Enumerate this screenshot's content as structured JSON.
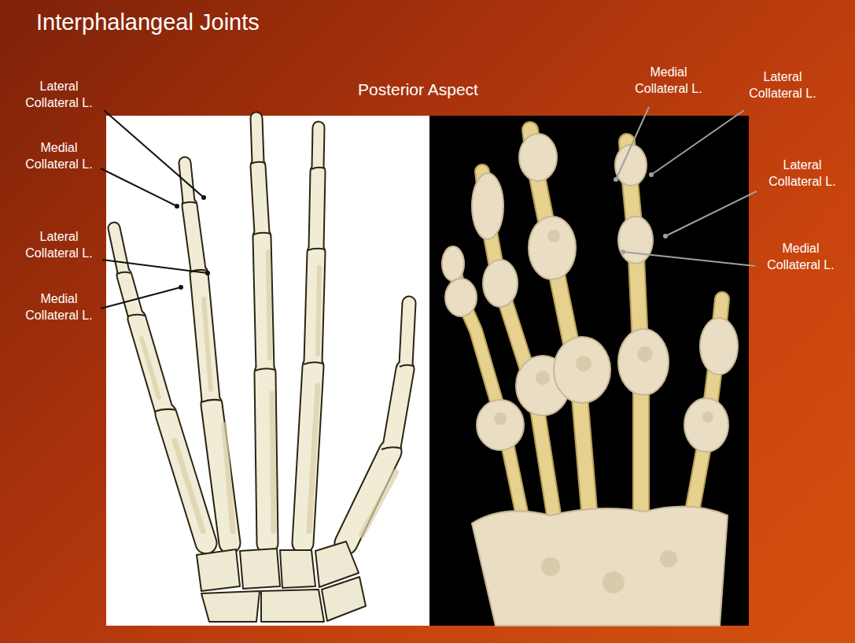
{
  "diagram": {
    "title": "Interphalangeal Joints",
    "labels": [
      "Posterior Aspect",
      "Lateral Collateral L.",
      "Medial Collateral L.",
      "Lateral Collateral L.",
      "Medial Collateral L.",
      "Medial Collateral L.",
      "Lateral Collateral L.",
      "Lateral Collateral L.",
      "Medial Collateral L."
    ]
  }
}
